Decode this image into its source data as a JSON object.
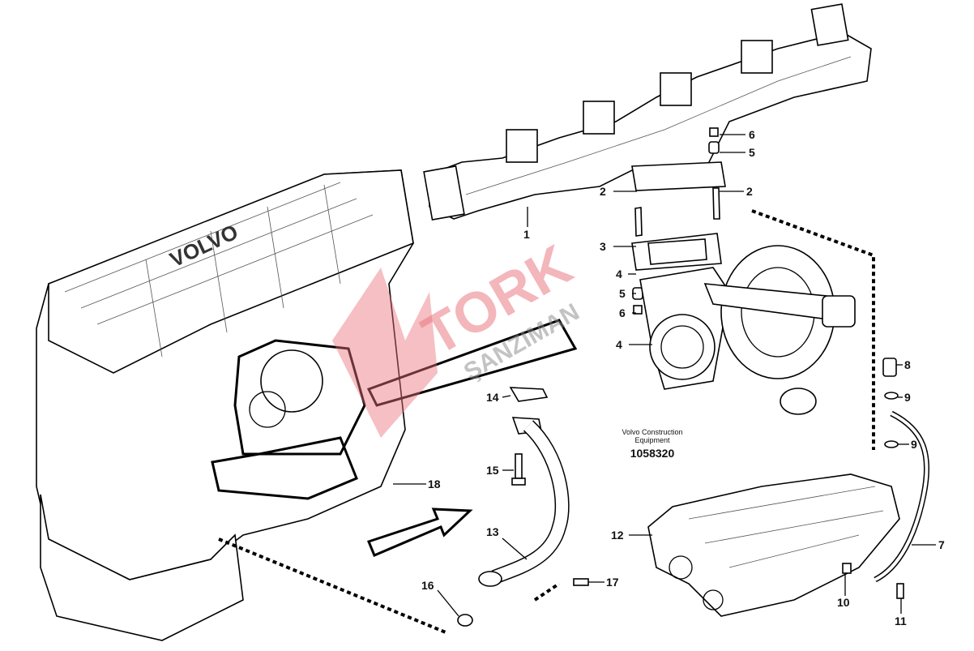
{
  "diagram": {
    "caption_line1": "Volvo Construction",
    "caption_line2": "Equipment",
    "part_number": "1058320",
    "engine_logo": "VOLVO",
    "watermark_line1": "TORK",
    "watermark_line2": "ŞANZIMAN",
    "callouts": [
      "1",
      "2",
      "2",
      "3",
      "4",
      "5",
      "6",
      "4",
      "6",
      "5",
      "8",
      "9",
      "9",
      "10",
      "11",
      "7",
      "12",
      "13",
      "14",
      "15",
      "16",
      "17",
      "18"
    ]
  }
}
